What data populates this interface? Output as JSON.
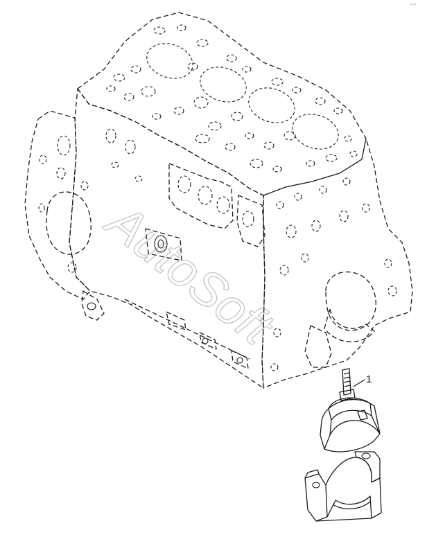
{
  "corner_mark": "ᵃᵇ ᶜᵈᵉ",
  "callouts": [
    {
      "label": "1"
    }
  ],
  "watermark": "AutoSoft",
  "colors": {
    "line": "#1a1a1a",
    "watermark": "#8c8c8c",
    "background": "#ffffff"
  }
}
